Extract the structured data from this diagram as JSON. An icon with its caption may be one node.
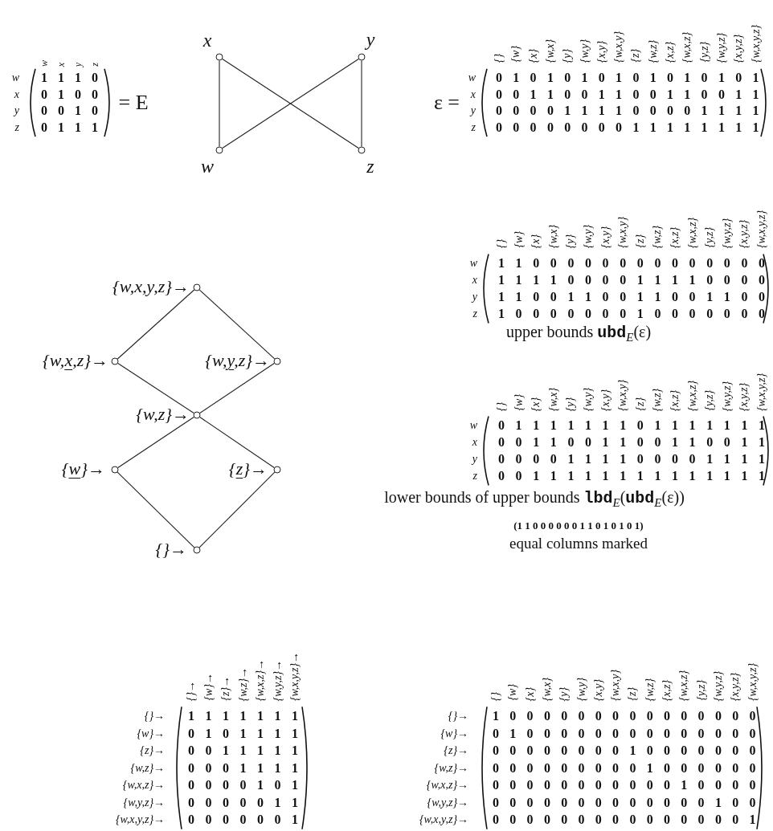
{
  "diagram": {
    "nodes": [
      {
        "text": [],
        "shape": "circle",
        "beside": [
          "x"
        ]
      },
      {
        "text": [],
        "shape": "circle",
        "beside": [
          "y"
        ]
      },
      {
        "text": [],
        "shape": "circle",
        "beside": [
          "w"
        ]
      },
      {
        "text": [],
        "shape": "circle",
        "beside": [
          "z"
        ]
      },
      {
        "text": [],
        "shape": "circle",
        "beside": [
          "{w,x,y,z}→"
        ]
      },
      {
        "text": [],
        "shape": "circle",
        "beside": [
          "{w,x,z}→"
        ]
      },
      {
        "text": [],
        "shape": "circle",
        "beside": [
          "{w,y,z}→"
        ]
      },
      {
        "text": [],
        "shape": "circle",
        "beside": [
          "{w,z}→"
        ]
      },
      {
        "text": [],
        "shape": "circle",
        "beside": [
          "{w}→"
        ]
      },
      {
        "text": [],
        "shape": "circle",
        "beside": [
          "{z}→"
        ]
      },
      {
        "text": [],
        "shape": "circle",
        "beside": [
          "{}→"
        ]
      }
    ],
    "edges": [
      {
        "from": 0,
        "to": 2,
        "arrow": "none"
      },
      {
        "from": 0,
        "to": 3,
        "arrow": "none"
      },
      {
        "from": 1,
        "to": 2,
        "arrow": "none"
      },
      {
        "from": 1,
        "to": 3,
        "arrow": "none"
      },
      {
        "from": 4,
        "to": 5,
        "arrow": "none"
      },
      {
        "from": 4,
        "to": 6,
        "arrow": "none"
      },
      {
        "from": 5,
        "to": 7,
        "arrow": "none"
      },
      {
        "from": 6,
        "to": 7,
        "arrow": "none"
      },
      {
        "from": 7,
        "to": 8,
        "arrow": "none"
      },
      {
        "from": 7,
        "to": 9,
        "arrow": "none"
      },
      {
        "from": 8,
        "to": 10,
        "arrow": "none"
      },
      {
        "from": 9,
        "to": 10,
        "arrow": "none"
      }
    ],
    "labels": [
      "w",
      "x",
      "y",
      "z",
      "w",
      "1 1 1 0",
      "x",
      "0 1 0 0",
      "y",
      "0 0 1 0",
      "z",
      "0 1 1 1",
      "= E",
      "ε =",
      "{}",
      "{w}",
      "{x}",
      "{w,x}",
      "{y}",
      "{w,y}",
      "{x,y}",
      "{w,x,y}",
      "{z}",
      "{w,z}",
      "{x,z}",
      "{w,x,z}",
      "{y,z}",
      "{w,y,z}",
      "{x,y,z}",
      "{w,x,y,z}",
      "w",
      "0 1 0 1 0 1 0 1 0 1 0 1 0 1 0 1",
      "x",
      "0 0 1 1 0 0 1 1 0 0 1 1 0 0 1 1",
      "y",
      "0 0 0 0 1 1 1 1 0 0 0 0 1 1 1 1",
      "z",
      "0 0 0 0 0 0 0 0 1 1 1 1 1 1 1 1",
      "{}",
      "{w}",
      "{x}",
      "{w,x}",
      "{y}",
      "{w,y}",
      "{x,y}",
      "{w,x,y}",
      "{z}",
      "{w,z}",
      "{x,z}",
      "{w,x,z}",
      "{y,z}",
      "{w,y,z}",
      "{x,y,z}",
      "{w,x,y,z}",
      "w",
      "1 1 0 0 0 0 0 0 0 0 0 0 0 0 0 0",
      "x",
      "1 1 1 1 0 0 0 0 1 1 1 1 0 0 0 0",
      "y",
      "1 1 0 0 1 1 0 0 1 1 0 0 1 1 0 0",
      "z",
      "1 0 0 0 0 0 0 0 1 0 0 0 0 0 0 0",
      "upper bounds **ubd**$_{E}$(ε)",
      "{}",
      "{w}",
      "{x}",
      "{w,x}",
      "{y}",
      "{w,y}",
      "{x,y}",
      "{w,x,y}",
      "{z}",
      "{w,z}",
      "{x,z}",
      "{w,x,z}",
      "{y,z}",
      "{w,y,z}",
      "{x,y,z}",
      "{w,x,y,z}",
      "w",
      "0 1 1 1 1 1 1 1 0 1 1 1 1 1 1 1",
      "x",
      "0 0 1 1 0 0 1 1 0 0 1 1 0 0 1 1",
      "y",
      "0 0 0 0 1 1 1 1 0 0 0 0 1 1 1 1",
      "z",
      "0 0 1 1 1 1 1 1 1 1 1 1 1 1 1 1",
      "lower bounds of upper bounds **lbd**$_{E}$(**ubd**$_{E}$(ε))",
      "(1 1 0 0 0 0 0 0 1 1 0 1 0 1 0 1)",
      "equal columns marked",
      "{}→",
      "{w}→",
      "{z}→",
      "{w,z}→",
      "{w,x,z}→",
      "{w,y,z}→",
      "{w,x,y,z}→",
      "{}→",
      "1 1 1 1 1 1 1",
      "{w}→",
      "0 1 0 1 1 1 1",
      "{z}→",
      "0 0 1 1 1 1 1",
      "{w,z}→",
      "0 0 0 1 1 1 1",
      "{w,x,z}→",
      "0 0 0 0 1 0 1",
      "{w,y,z}→",
      "0 0 0 0 0 1 1",
      "{w,x,y,z}→",
      "0 0 0 0 0 0 1",
      "{}",
      "{w}",
      "{x}",
      "{w,x}",
      "{y}",
      "{w,y}",
      "{x,y}",
      "{w,x,y}",
      "{z}",
      "{w,z}",
      "{x,z}",
      "{w,x,z}",
      "{y,z}",
      "{w,y,z}",
      "{x,y,z}",
      "{w,x,y,z}",
      "{}→",
      "1 0 0 0 0 0 0 0 0 0 0 0 0 0 0 0",
      "{w}→",
      "0 1 0 0 0 0 0 0 0 0 0 0 0 0 0 0",
      "{z}→",
      "0 0 0 0 0 0 0 0 1 0 0 0 0 0 0 0",
      "{w,z}→",
      "0 0 0 0 0 0 0 0 0 1 0 0 0 0 0 0",
      "{w,x,z}→",
      "0 0 0 0 0 0 0 0 0 0 0 1 0 0 0 0",
      "{w,y,z}→",
      "0 0 0 0 0 0 0 0 0 0 0 0 0 1 0 0",
      "{w,x,y,z}→",
      "0 0 0 0 0 0 0 0 0 0 0 0 0 0 0 1"
    ]
  }
}
